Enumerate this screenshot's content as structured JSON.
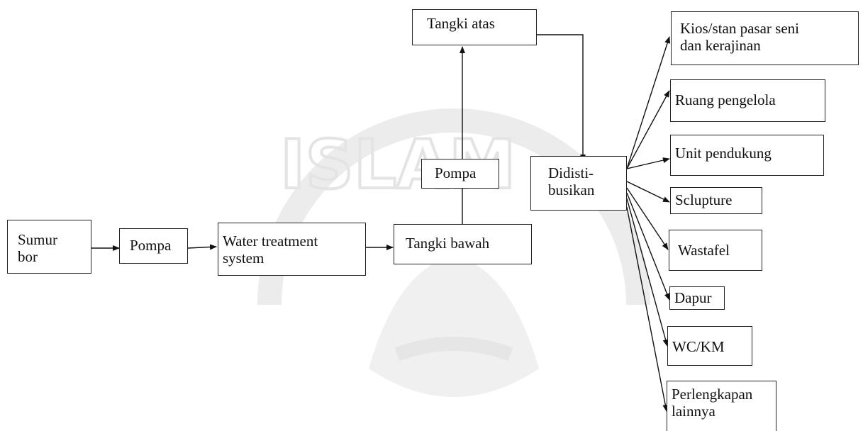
{
  "diagram": {
    "nodes": {
      "sumur_bor": "Sumur\nbor",
      "pompa_1": "Pompa",
      "water_treatment": "Water treatment\nsystem",
      "tangki_bawah": "Tangki bawah",
      "pompa_2": "Pompa",
      "tangki_atas": "Tangki atas",
      "didistribusikan": "Didisti-\nbusikan"
    },
    "destinations": [
      "Kios/stan pasar seni\ndan kerajinan",
      "Ruang pengelola",
      "Unit pendukung",
      "Sclupture",
      "Wastafel",
      "Dapur",
      "WC/KM",
      "Perlengkapan\nlainnya"
    ],
    "watermark_text": "ISLAM"
  }
}
